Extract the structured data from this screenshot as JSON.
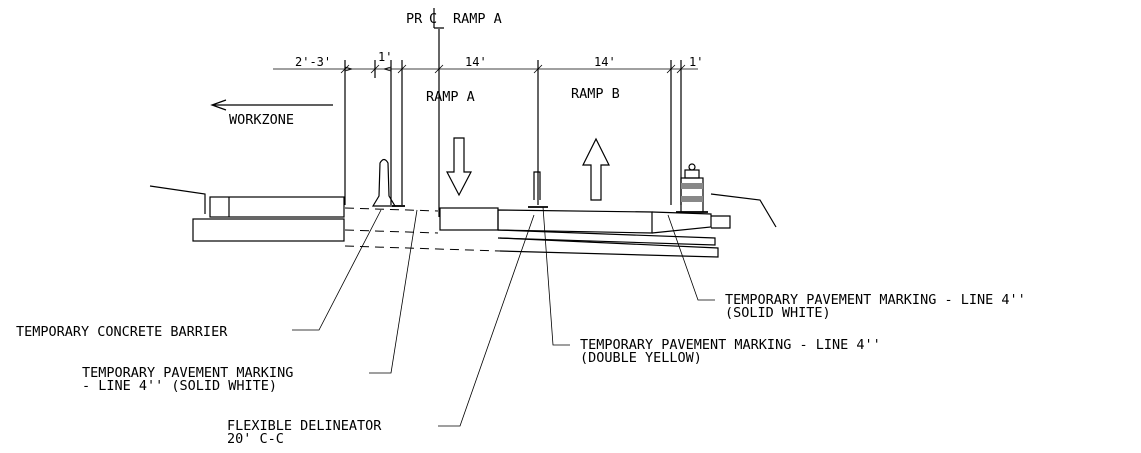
{
  "title": {
    "prefix": "PR",
    "suffix": "RAMP A"
  },
  "dimensions": {
    "shoulder": "2'-3'",
    "offset_left": "1'",
    "lane_a_width": "14'",
    "lane_b_width": "14'",
    "offset_right": "1'"
  },
  "lanes": {
    "ramp_a": "RAMP A",
    "ramp_b": "RAMP B"
  },
  "workzone_label": "WORKZONE",
  "callouts": {
    "barrier": "TEMPORARY CONCRETE BARRIER",
    "marking_left_line1": "TEMPORARY PAVEMENT MARKING",
    "marking_left_line2": "- LINE 4'' (SOLID WHITE)",
    "delineator_line1": "FLEXIBLE DELINEATOR",
    "delineator_line2": "20' C-C",
    "double_yellow_line1": "TEMPORARY PAVEMENT MARKING - LINE 4''",
    "double_yellow_line2": "(DOUBLE  YELLOW)",
    "solid_white_right_line1": "TEMPORARY PAVEMENT MARKING - LINE 4''",
    "solid_white_right_line2": "(SOLID WHITE)"
  },
  "colors": {
    "ink": "#000000",
    "background": "#ffffff"
  }
}
